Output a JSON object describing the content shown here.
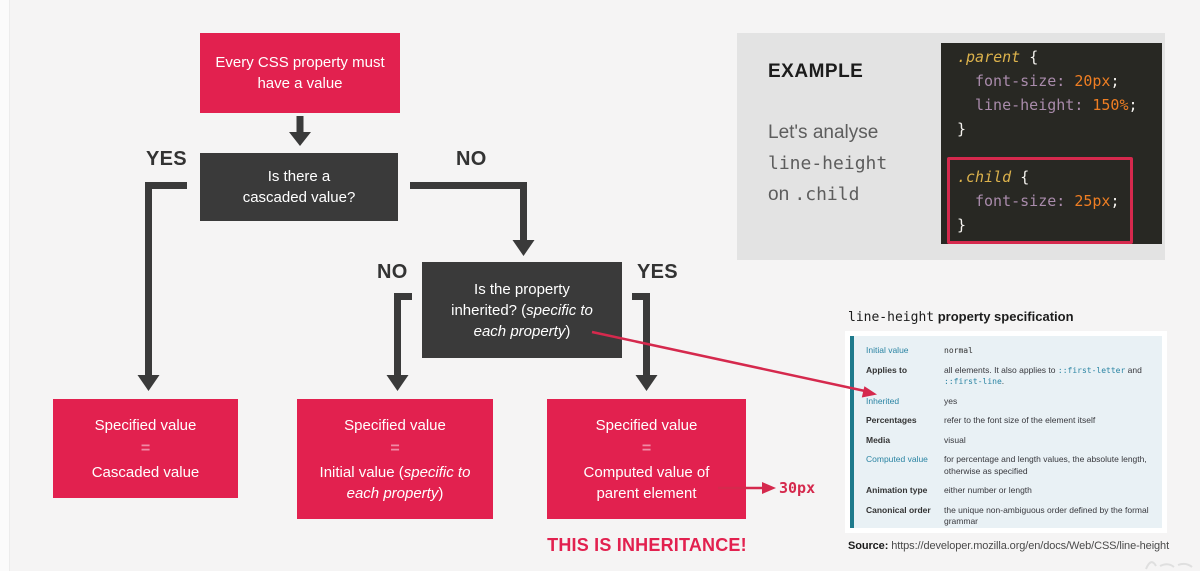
{
  "flow": {
    "start_l1": "Every CSS property must",
    "start_l2": "have a value",
    "d1_l1": "Is there a",
    "d1_l2": "cascaded value?",
    "d1_yes": "YES",
    "d1_no": "NO",
    "d2_l1": "Is the property",
    "d2_l2a": "inherited? (",
    "d2_l2b": "specific to",
    "d2_l3a": "each property",
    "d2_l3b": ")",
    "d2_no": "NO",
    "d2_yes": "YES",
    "r1_l1": "Specified value",
    "r1_eq": "=",
    "r1_l2": "Cascaded value",
    "r2_l1": "Specified value",
    "r2_eq": "=",
    "r2_l2a": "Initial value (",
    "r2_l2b": "specific to",
    "r2_l3a": "each property",
    "r2_l3b": ")",
    "r3_l1": "Specified value",
    "r3_eq": "=",
    "r3_l2a": "Computed value of",
    "r3_l2b": "parent element",
    "callout": "THIS IS INHERITANCE!",
    "annotation_value": "30px"
  },
  "example": {
    "heading": "EXAMPLE",
    "lead1": "Let's analyse",
    "lead2": "line-height",
    "lead3_a": "on ",
    "lead3_b": ".child",
    "code": {
      "sel_parent": ".parent",
      "sel_child": ".child",
      "open_brace": "{",
      "close_brace": "}",
      "prop_font_size": "font-size:",
      "prop_line_height": "line-height:",
      "val_20": "20px",
      "val_150": "150%",
      "val_25": "25px",
      "semi": ";"
    }
  },
  "spec": {
    "title_code": "line-height",
    "title_rest": " property specification",
    "rows": [
      {
        "label": "Initial value",
        "value": "normal"
      },
      {
        "label": "Applies to",
        "value_a": "all elements. It also applies to ",
        "value_code1": "::first-letter",
        "value_b": " and ",
        "value_code2": "::first-line",
        "value_c": "."
      },
      {
        "label": "Inherited",
        "value": "yes"
      },
      {
        "label": "Percentages",
        "value": "refer to the font size of the element itself"
      },
      {
        "label": "Media",
        "value": "visual"
      },
      {
        "label": "Computed value",
        "value": "for percentage and length values, the absolute length, otherwise as specified"
      },
      {
        "label": "Animation type",
        "value": "either number or length"
      },
      {
        "label": "Canonical order",
        "value": "the unique non-ambiguous order defined by the formal grammar"
      }
    ],
    "source_label": "Source:",
    "source_url": " https://developer.mozilla.org/en/docs/Web/CSS/line-height"
  },
  "colors": {
    "accent_pink": "#e2214f",
    "annotation_red": "#d5294d",
    "box_dark": "#3a3a3a",
    "code_selector": "#dcb24c",
    "code_property": "#a98bab",
    "code_value": "#ef7e23",
    "table_link_teal": "#2a84a3",
    "table_bg": "#e9f1f5"
  }
}
